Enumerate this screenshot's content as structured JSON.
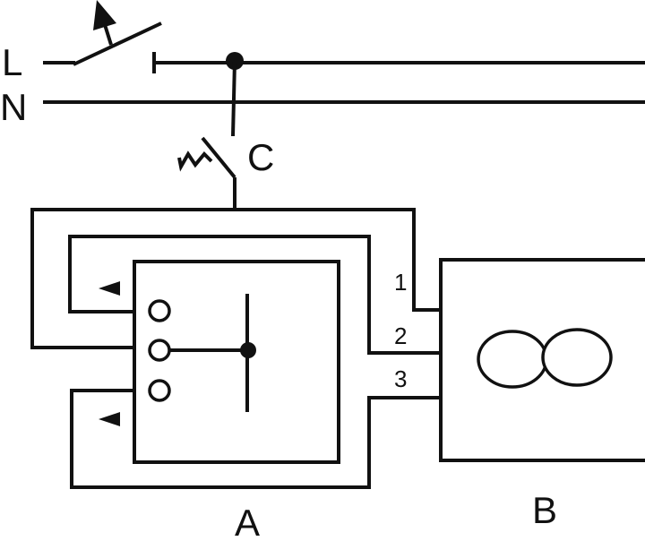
{
  "labels": {
    "line": "L",
    "neutral": "N",
    "switch": "C",
    "device_a": "A",
    "device_b": "B",
    "wire_1": "1",
    "wire_2": "2",
    "wire_3": "3"
  },
  "colors": {
    "stroke": "#111111",
    "background": "#ffffff"
  }
}
